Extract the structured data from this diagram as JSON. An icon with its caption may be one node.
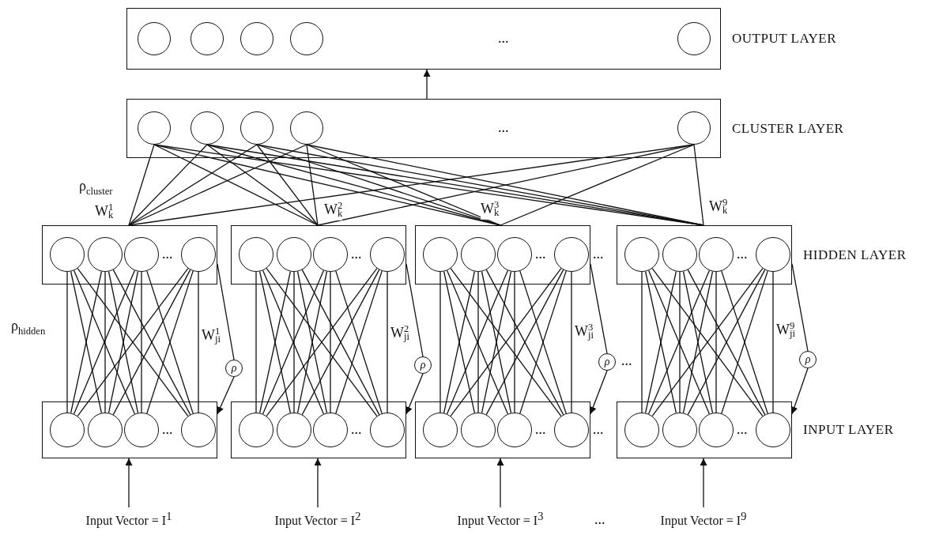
{
  "diagram": {
    "nodes": [
      {
        "text": [
          "OUTPUT LAYER"
        ]
      },
      {
        "text": [],
        "shape": "circle",
        "in": 0
      },
      {
        "text": [],
        "shape": "circle",
        "in": 0
      },
      {
        "text": [],
        "shape": "circle",
        "in": 0
      },
      {
        "text": [],
        "shape": "circle",
        "in": 0
      },
      {
        "text": [],
        "shape": "circle",
        "in": 0
      },
      {
        "text": [
          "CLUSTER LAYER"
        ]
      },
      {
        "text": [],
        "shape": "circle",
        "in": 6
      },
      {
        "text": [],
        "shape": "circle",
        "in": 6
      },
      {
        "text": [],
        "shape": "circle",
        "in": 6
      },
      {
        "text": [],
        "shape": "circle",
        "in": 6
      },
      {
        "text": [],
        "shape": "circle",
        "in": 6
      },
      {
        "text": [],
        "shape": "box"
      },
      {
        "text": [],
        "shape": "circle",
        "in": 12
      },
      {
        "text": [],
        "shape": "circle",
        "in": 12
      },
      {
        "text": [],
        "shape": "circle",
        "in": 12
      },
      {
        "text": [],
        "shape": "circle",
        "in": 12
      },
      {
        "text": [],
        "shape": "box"
      },
      {
        "text": [],
        "shape": "circle",
        "in": 17
      },
      {
        "text": [],
        "shape": "circle",
        "in": 17
      },
      {
        "text": [],
        "shape": "circle",
        "in": 17
      },
      {
        "text": [],
        "shape": "circle",
        "in": 17
      },
      {
        "text": [],
        "shape": "box"
      },
      {
        "text": [],
        "shape": "circle",
        "in": 22
      },
      {
        "text": [],
        "shape": "circle",
        "in": 22
      },
      {
        "text": [],
        "shape": "circle",
        "in": 22
      },
      {
        "text": [],
        "shape": "circle",
        "in": 22
      },
      {
        "text": [],
        "shape": "box"
      },
      {
        "text": [],
        "shape": "circle",
        "in": 27
      },
      {
        "text": [],
        "shape": "circle",
        "in": 27
      },
      {
        "text": [],
        "shape": "circle",
        "in": 27
      },
      {
        "text": [],
        "shape": "circle",
        "in": 27
      },
      {
        "text": [],
        "shape": "box"
      },
      {
        "text": [],
        "shape": "circle",
        "in": 32
      },
      {
        "text": [],
        "shape": "circle",
        "in": 32
      },
      {
        "text": [],
        "shape": "circle",
        "in": 32
      },
      {
        "text": [],
        "shape": "circle",
        "in": 32
      },
      {
        "text": [],
        "shape": "box"
      },
      {
        "text": [],
        "shape": "circle",
        "in": 37
      },
      {
        "text": [],
        "shape": "circle",
        "in": 37
      },
      {
        "text": [],
        "shape": "circle",
        "in": 37
      },
      {
        "text": [],
        "shape": "circle",
        "in": 37
      },
      {
        "text": [
          "HIDDEN LAYER"
        ]
      },
      {
        "text": [],
        "shape": "circle",
        "in": 42
      },
      {
        "text": [],
        "shape": "circle",
        "in": 42
      },
      {
        "text": [],
        "shape": "circle",
        "in": 42
      },
      {
        "text": [],
        "shape": "circle",
        "in": 42
      },
      {
        "text": [
          "INPUT LAYER"
        ]
      },
      {
        "text": [],
        "shape": "circle",
        "in": 47
      },
      {
        "text": [],
        "shape": "circle",
        "in": 47
      },
      {
        "text": [],
        "shape": "circle",
        "in": 47
      },
      {
        "text": [],
        "shape": "circle",
        "in": 47
      },
      {
        "text": [
          "ρ"
        ]
      },
      {
        "text": [
          "ρ"
        ]
      },
      {
        "text": [
          "ρ"
        ]
      },
      {
        "text": [
          "ρ"
        ]
      },
      {
        "text": [
          "Input Vector = I$^{1}$"
        ]
      },
      {
        "text": [
          "Input Vector = I$^{2}$"
        ]
      },
      {
        "text": [
          "Input Vector = I$^{3}$"
        ]
      },
      {
        "text": [
          "Input Vector = I$^{9}$"
        ]
      }
    ],
    "edges": [
      {
        "from": 6,
        "to": 0,
        "arrow": "to"
      },
      {
        "from": 7,
        "to": 12,
        "arrow": "none"
      },
      {
        "from": 7,
        "to": 22,
        "arrow": "none"
      },
      {
        "from": 7,
        "to": 32,
        "arrow": "none"
      },
      {
        "from": 7,
        "to": 42,
        "arrow": "none"
      },
      {
        "from": 8,
        "to": 12,
        "arrow": "none"
      },
      {
        "from": 8,
        "to": 22,
        "arrow": "none"
      },
      {
        "from": 8,
        "to": 32,
        "arrow": "none"
      },
      {
        "from": 8,
        "to": 42,
        "arrow": "none"
      },
      {
        "from": 9,
        "to": 12,
        "arrow": "none"
      },
      {
        "from": 9,
        "to": 22,
        "arrow": "none"
      },
      {
        "from": 9,
        "to": 32,
        "arrow": "none"
      },
      {
        "from": 9,
        "to": 42,
        "arrow": "none"
      },
      {
        "from": 10,
        "to": 12,
        "arrow": "none"
      },
      {
        "from": 10,
        "to": 22,
        "arrow": "none"
      },
      {
        "from": 10,
        "to": 32,
        "arrow": "none"
      },
      {
        "from": 10,
        "to": 42,
        "arrow": "none"
      },
      {
        "from": 11,
        "to": 12,
        "arrow": "none"
      },
      {
        "from": 11,
        "to": 22,
        "arrow": "none"
      },
      {
        "from": 11,
        "to": 32,
        "arrow": "none"
      },
      {
        "from": 11,
        "to": 42,
        "arrow": "none"
      },
      {
        "from": 18,
        "to": 13,
        "arrow": "none"
      },
      {
        "from": 18,
        "to": 14,
        "arrow": "none"
      },
      {
        "from": 18,
        "to": 15,
        "arrow": "none"
      },
      {
        "from": 18,
        "to": 16,
        "arrow": "none"
      },
      {
        "from": 19,
        "to": 13,
        "arrow": "none"
      },
      {
        "from": 19,
        "to": 14,
        "arrow": "none"
      },
      {
        "from": 19,
        "to": 15,
        "arrow": "none"
      },
      {
        "from": 19,
        "to": 16,
        "arrow": "none"
      },
      {
        "from": 20,
        "to": 13,
        "arrow": "none"
      },
      {
        "from": 20,
        "to": 14,
        "arrow": "none"
      },
      {
        "from": 20,
        "to": 15,
        "arrow": "none"
      },
      {
        "from": 20,
        "to": 16,
        "arrow": "none"
      },
      {
        "from": 21,
        "to": 13,
        "arrow": "none"
      },
      {
        "from": 21,
        "to": 14,
        "arrow": "none"
      },
      {
        "from": 21,
        "to": 15,
        "arrow": "none"
      },
      {
        "from": 21,
        "to": 16,
        "arrow": "none"
      },
      {
        "from": 28,
        "to": 23,
        "arrow": "none"
      },
      {
        "from": 28,
        "to": 24,
        "arrow": "none"
      },
      {
        "from": 28,
        "to": 25,
        "arrow": "none"
      },
      {
        "from": 28,
        "to": 26,
        "arrow": "none"
      },
      {
        "from": 29,
        "to": 23,
        "arrow": "none"
      },
      {
        "from": 29,
        "to": 24,
        "arrow": "none"
      },
      {
        "from": 29,
        "to": 25,
        "arrow": "none"
      },
      {
        "from": 29,
        "to": 26,
        "arrow": "none"
      },
      {
        "from": 30,
        "to": 23,
        "arrow": "none"
      },
      {
        "from": 30,
        "to": 24,
        "arrow": "none"
      },
      {
        "from": 30,
        "to": 25,
        "arrow": "none"
      },
      {
        "from": 30,
        "to": 26,
        "arrow": "none"
      },
      {
        "from": 31,
        "to": 23,
        "arrow": "none"
      },
      {
        "from": 31,
        "to": 24,
        "arrow": "none"
      },
      {
        "from": 31,
        "to": 25,
        "arrow": "none"
      },
      {
        "from": 31,
        "to": 26,
        "arrow": "none"
      },
      {
        "from": 38,
        "to": 33,
        "arrow": "none"
      },
      {
        "from": 38,
        "to": 34,
        "arrow": "none"
      },
      {
        "from": 38,
        "to": 35,
        "arrow": "none"
      },
      {
        "from": 38,
        "to": 36,
        "arrow": "none"
      },
      {
        "from": 39,
        "to": 33,
        "arrow": "none"
      },
      {
        "from": 39,
        "to": 34,
        "arrow": "none"
      },
      {
        "from": 39,
        "to": 35,
        "arrow": "none"
      },
      {
        "from": 39,
        "to": 36,
        "arrow": "none"
      },
      {
        "from": 40,
        "to": 33,
        "arrow": "none"
      },
      {
        "from": 40,
        "to": 34,
        "arrow": "none"
      },
      {
        "from": 40,
        "to": 35,
        "arrow": "none"
      },
      {
        "from": 40,
        "to": 36,
        "arrow": "none"
      },
      {
        "from": 41,
        "to": 33,
        "arrow": "none"
      },
      {
        "from": 41,
        "to": 34,
        "arrow": "none"
      },
      {
        "from": 41,
        "to": 35,
        "arrow": "none"
      },
      {
        "from": 41,
        "to": 36,
        "arrow": "none"
      },
      {
        "from": 48,
        "to": 43,
        "arrow": "none"
      },
      {
        "from": 48,
        "to": 44,
        "arrow": "none"
      },
      {
        "from": 48,
        "to": 45,
        "arrow": "none"
      },
      {
        "from": 48,
        "to": 46,
        "arrow": "none"
      },
      {
        "from": 49,
        "to": 43,
        "arrow": "none"
      },
      {
        "from": 49,
        "to": 44,
        "arrow": "none"
      },
      {
        "from": 49,
        "to": 45,
        "arrow": "none"
      },
      {
        "from": 49,
        "to": 46,
        "arrow": "none"
      },
      {
        "from": 50,
        "to": 43,
        "arrow": "none"
      },
      {
        "from": 50,
        "to": 44,
        "arrow": "none"
      },
      {
        "from": 50,
        "to": 45,
        "arrow": "none"
      },
      {
        "from": 50,
        "to": 46,
        "arrow": "none"
      },
      {
        "from": 51,
        "to": 43,
        "arrow": "none"
      },
      {
        "from": 51,
        "to": 44,
        "arrow": "none"
      },
      {
        "from": 51,
        "to": 45,
        "arrow": "none"
      },
      {
        "from": 51,
        "to": 46,
        "arrow": "none"
      },
      {
        "from": 12,
        "to": 52,
        "arrow": "none"
      },
      {
        "from": 52,
        "to": 17,
        "arrow": "to"
      },
      {
        "from": 22,
        "to": 53,
        "arrow": "none"
      },
      {
        "from": 53,
        "to": 27,
        "arrow": "to"
      },
      {
        "from": 32,
        "to": 54,
        "arrow": "none"
      },
      {
        "from": 54,
        "to": 37,
        "arrow": "to"
      },
      {
        "from": 42,
        "to": 55,
        "arrow": "none"
      },
      {
        "from": 55,
        "to": 47,
        "arrow": "to"
      },
      {
        "from": 56,
        "to": 17,
        "arrow": "to"
      },
      {
        "from": 57,
        "to": 27,
        "arrow": "to"
      },
      {
        "from": 58,
        "to": 37,
        "arrow": "to"
      },
      {
        "from": 59,
        "to": 47,
        "arrow": "to"
      }
    ],
    "labels": [
      "...",
      "...",
      "ρ$_{cluster}$",
      "W$^{1}$$_{k}$",
      "W$^{2}$$_{k}$",
      "W$^{3}$$_{k}$",
      "W$^{9}$$_{k}$",
      "...",
      "...",
      "...",
      "...",
      "...",
      "ρ$_{hidden}$",
      "W$^{1}$$_{ji}$",
      "W$^{2}$$_{ji}$",
      "W$^{3}$$_{ji}$",
      "...",
      "W$^{9}$$_{ji}$",
      "...",
      "...",
      "...",
      "...",
      "...",
      "..."
    ]
  }
}
